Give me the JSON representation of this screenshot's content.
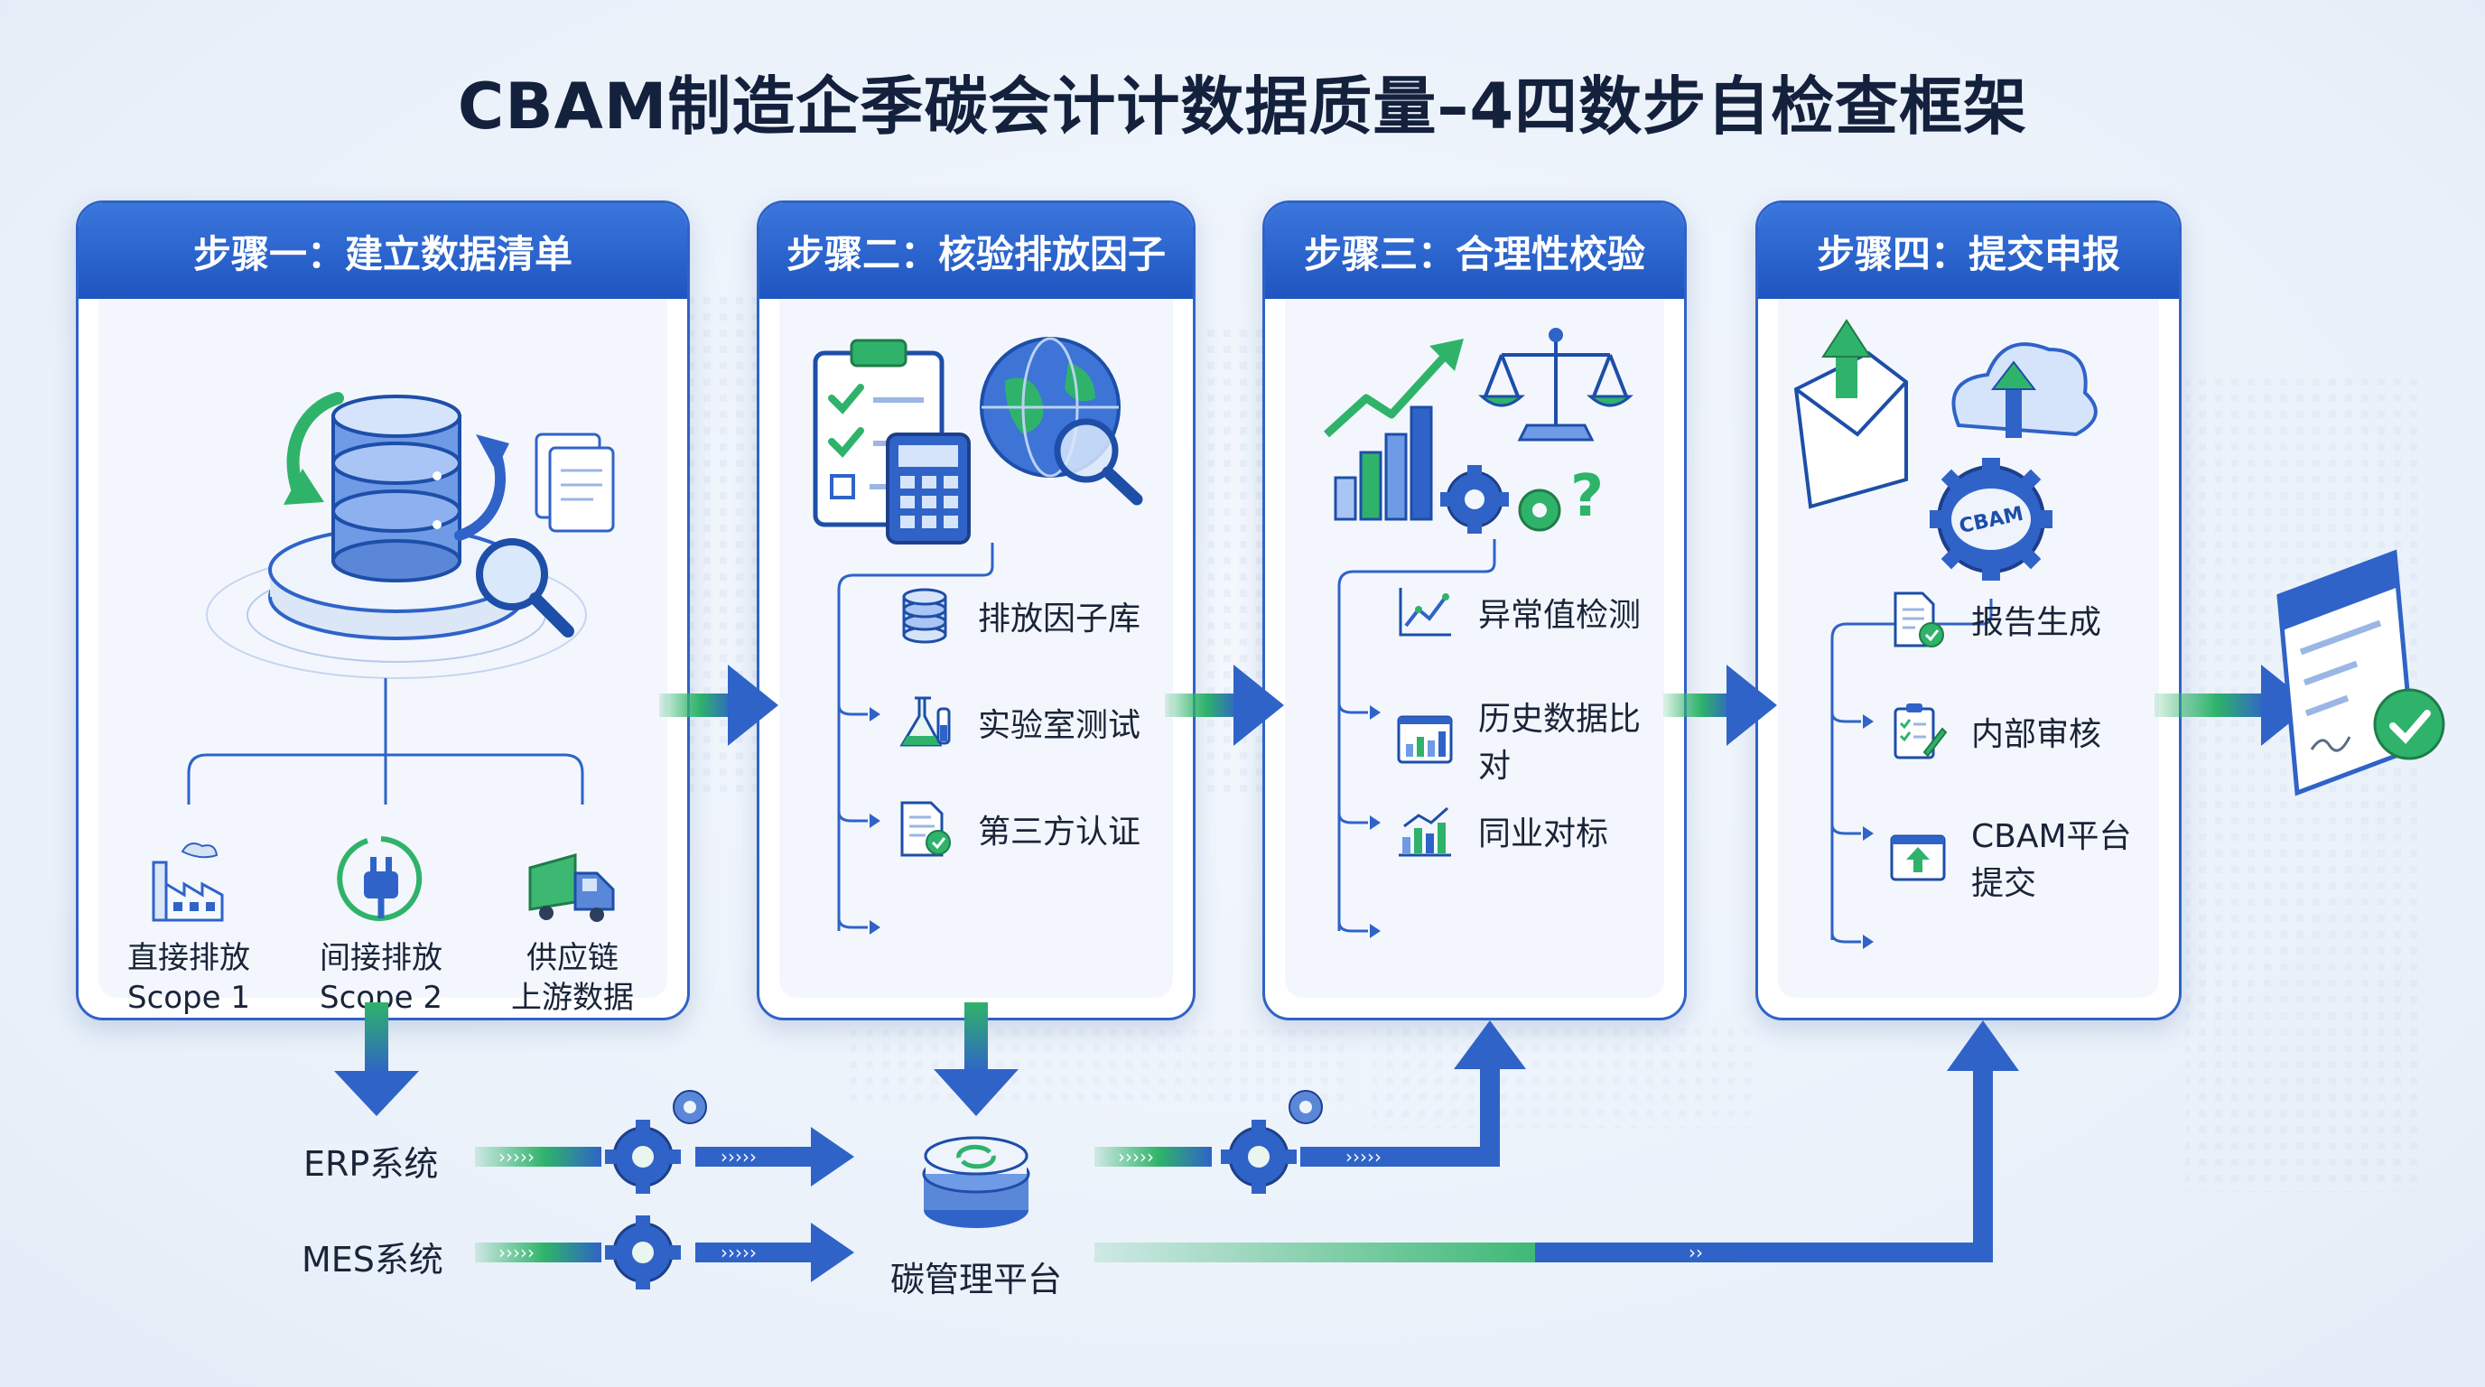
{
  "title": "CBAM制造企季碳会计计数据质量–4四数步自检查框架",
  "steps": [
    {
      "title": "步骤一：建立数据清单"
    },
    {
      "title": "步骤二：核验排放因子"
    },
    {
      "title": "步骤三：合理性校验"
    },
    {
      "title": "步骤四：提交申报"
    }
  ],
  "step1_sources": [
    {
      "line1": "直接排放",
      "line2": "Scope 1",
      "icon": "factory-icon"
    },
    {
      "line1": "间接排放",
      "line2": "Scope 2",
      "icon": "plug-icon"
    },
    {
      "line1": "供应链",
      "line2": "上游数据",
      "icon": "truck-icon"
    }
  ],
  "step2_items": [
    {
      "label": "排放因子库",
      "icon": "database-icon"
    },
    {
      "label": "实验室测试",
      "icon": "flask-icon"
    },
    {
      "label": "第三方认证",
      "icon": "certificate-icon"
    }
  ],
  "step3_items": [
    {
      "label": "异常值检测",
      "icon": "line-chart-icon"
    },
    {
      "label": "历史数据比对",
      "icon": "bar-chart-icon"
    },
    {
      "label": "同业对标",
      "icon": "benchmark-chart-icon"
    }
  ],
  "step4_items": [
    {
      "label": "报告生成",
      "icon": "report-icon"
    },
    {
      "label": "内部审核",
      "icon": "review-clipboard-icon"
    },
    {
      "label": "CBAM平台提交",
      "icon": "upload-window-icon"
    }
  ],
  "systems": {
    "erp": "ERP系统",
    "mes": "MES系统",
    "platform": "碳管理平台",
    "badge": "CBAM"
  },
  "colors": {
    "primary_blue": "#2f63c8",
    "accent_green": "#2fb36a",
    "background": "#eaf1fa"
  }
}
